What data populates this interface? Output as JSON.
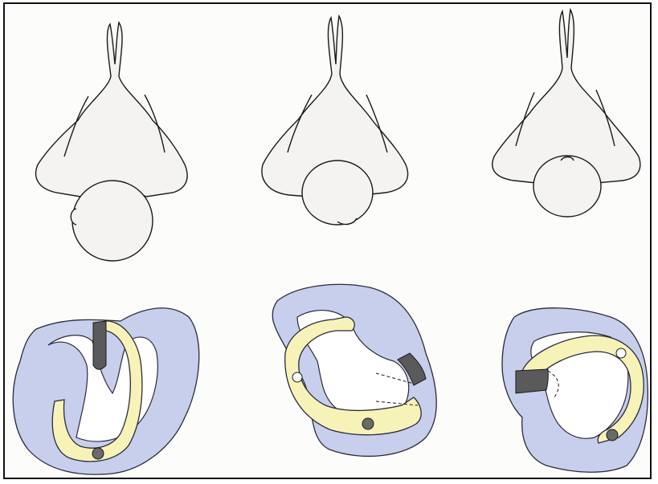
{
  "figure": {
    "panels": [
      {
        "view": "supine-top-view",
        "head_rotation": "rotated-left-slight"
      },
      {
        "view": "supine-top-view",
        "head_rotation": "rotated-left"
      },
      {
        "view": "supine-top-view",
        "head_rotation": "rotated-right"
      }
    ],
    "labyrinths": [
      {
        "orientation": "upright",
        "has_otolith_dot": true,
        "has_open_circle": false
      },
      {
        "orientation": "rotated-right",
        "has_otolith_dot": true,
        "has_open_circle": true
      },
      {
        "orientation": "rotated-left",
        "has_otolith_dot": true,
        "has_open_circle": true
      }
    ],
    "colors": {
      "body_fill": "#f4f3f1",
      "outline": "#1a1a1a",
      "canal_blue": "#c8cfec",
      "canal_blue_edge": "#2a2a3a",
      "canal_yellow": "#f7f3b8",
      "cupula_dark": "#5a5a5a",
      "otolith": "#6a6a6a"
    }
  }
}
